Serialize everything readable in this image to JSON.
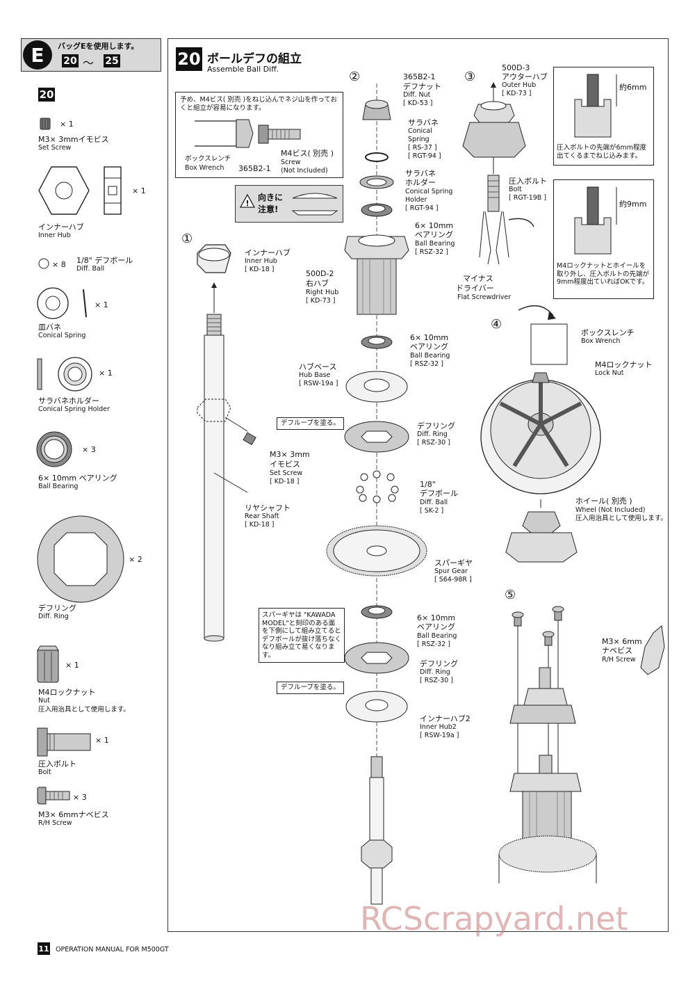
{
  "bag_header": {
    "letter": "E",
    "text": "バッグEを使用します。",
    "from": "20",
    "to": "25",
    "tilde": "〜"
  },
  "parts": {
    "step": "20",
    "items": [
      {
        "qty": "× 1",
        "name_jp": "M3× 3mmイモビス",
        "name_en": "Set Screw"
      },
      {
        "qty": "× 1",
        "name_jp": "インナーハブ",
        "name_en": "Inner Hub"
      },
      {
        "qty": "× 8",
        "name_jp": "1/8\" デフボール",
        "name_en": "Diff. Ball"
      },
      {
        "qty": "× 1",
        "name_jp": "皿バネ",
        "name_en": "Conical Spring"
      },
      {
        "qty": "× 1",
        "name_jp": "サラバネホルダー",
        "name_en": "Conical Spring Holder"
      },
      {
        "qty": "× 3",
        "name_jp": "6× 10mm ベアリング",
        "name_en": "Ball Bearing"
      },
      {
        "qty": "× 2",
        "name_jp": "デフリング",
        "name_en": "Diff. Ring"
      },
      {
        "qty": "× 1",
        "name_jp": "M4ロックナット",
        "name_en": "Nut",
        "note": "圧入用治具として使用します。"
      },
      {
        "qty": "× 1",
        "name_jp": "圧入ボルト",
        "name_en": "Bolt"
      },
      {
        "qty": "× 3",
        "name_jp": "M3× 6mmナベビス",
        "name_en": "R/H Screw"
      }
    ]
  },
  "step": {
    "number": "20",
    "title_jp": "ボールデフの組立",
    "title_en": "Assemble Ball Diff."
  },
  "tip_box": {
    "text": "予め、M4ビス( 別売 )をねじ込んでネジ山を作っておくと組立が容易になります。"
  },
  "tip_labels": {
    "box_wrench_jp": "ボックスレンチ",
    "box_wrench_en": "Box Wrench",
    "part_365": "365B2-1",
    "m4_jp": "M4ビス( 別売 )",
    "m4_en": "Screw",
    "m4_note": "(Not Included)"
  },
  "caution": {
    "text1": "向きに",
    "text2": "注意!"
  },
  "circled": [
    "①",
    "②",
    "③",
    "④",
    "⑤"
  ],
  "labels": {
    "inner_hub": {
      "jp": "インナーハブ",
      "en": "Inner Hub",
      "code": "[ KD-18 ]"
    },
    "set_screw": {
      "jp1": "M3× 3mm",
      "jp2": "イモビス",
      "en": "Set Screw",
      "code": "[ KD-18 ]"
    },
    "rear_shaft": {
      "jp": "リヤシャフト",
      "en": "Rear Shaft",
      "code": "[ KD-18 ]"
    },
    "diff_nut": {
      "code1": "365B2-1",
      "jp": "デフナット",
      "en": "Diff. Nut",
      "code": "[ KD-53 ]"
    },
    "conical_spring": {
      "jp": "サラバネ",
      "en1": "Conical",
      "en2": "Spring",
      "code1": "[ RS-37 ]",
      "code2": "[ RGT-94 ]"
    },
    "spring_holder": {
      "jp1": "サラバネ",
      "jp2": "ホルダー",
      "en1": "Conical Spring",
      "en2": "Holder",
      "code": "[ RGT-94 ]"
    },
    "bearing1": {
      "jp1": "6× 10mm",
      "jp2": "ベアリング",
      "en": "Ball Bearing",
      "code": "[ RSZ-32 ]"
    },
    "right_hub": {
      "code1": "500D-2",
      "jp": "右ハブ",
      "en": "Right Hub",
      "code": "[ KD-73 ]"
    },
    "bearing2": {
      "jp1": "6× 10mm",
      "jp2": "ベアリング",
      "en": "Ball Bearing",
      "code": "[ RSZ-32 ]"
    },
    "hub_base": {
      "jp": "ハブベース",
      "en": "Hub Base",
      "code": "[ RSW-19a ]"
    },
    "grease1": "デフルーブを塗る。",
    "diff_ring1": {
      "jp": "デフリング",
      "en": "Diff. Ring",
      "code": "[ RSZ-30 ]"
    },
    "diff_ball": {
      "jp1": "1/8\"",
      "jp2": "デフボール",
      "en": "Diff. Ball",
      "code": "[ SK-2 ]"
    },
    "spur": {
      "jp": "スパーギヤ",
      "en": "Spur Gear",
      "code": "[ S64-98R ]"
    },
    "spur_note": "スパーギヤは \"KAWADA MODEL\"と刻印のある面を下側にして組み立てるとデフボールが抜け落ちなくなり組み立て易くなります。",
    "bearing3": {
      "jp1": "6× 10mm",
      "jp2": "ベアリング",
      "en": "Ball Bearing",
      "code": "[ RSZ-32 ]"
    },
    "diff_ring2": {
      "jp": "デフリング",
      "en": "Diff. Ring",
      "code": "[ RSZ-30 ]"
    },
    "grease2": "デフルーブを塗る。",
    "inner_hub2": {
      "jp": "インナーハブ2",
      "en": "Inner Hub2",
      "code": "[ RSW-19a ]"
    },
    "outer_hub": {
      "code1": "500D-3",
      "jp": "アウターハブ",
      "en": "Outer Hub",
      "code": "[ KD-73 ]"
    },
    "detail1": {
      "dim": "約6mm",
      "note": "圧入ボルトの先端が6mm程度出てくるまでねじ込みます。"
    },
    "bolt": {
      "jp": "圧入ボルト",
      "en": "Bolt",
      "code": "[ RGT-19B ]"
    },
    "detail2": {
      "dim": "約9mm",
      "note": "M4ロックナットとホイールを取り外し、圧入ボルトの先端が9mm程度出ていればOKです。"
    },
    "screwdriver": {
      "jp1": "マイナス",
      "jp2": "ドライバー",
      "en": "Flat Screwdriver"
    },
    "box_wrench": {
      "jp": "ボックスレンチ",
      "en": "Box Wrench"
    },
    "lock_nut": {
      "jp": "M4ロックナット",
      "en": "Lock Nut"
    },
    "wheel": {
      "jp": "ホイール( 別売 )",
      "en": "Wheel (Not Included)",
      "note": "圧入用治具として使用します。"
    },
    "rh_screw": {
      "jp1": "M3× 6mm",
      "jp2": "ナベビス",
      "en": "R/H Screw"
    }
  },
  "footer": {
    "page": "11",
    "text": "OPERATION MANUAL FOR M500GT"
  },
  "watermark": "RCScrapyard.net"
}
